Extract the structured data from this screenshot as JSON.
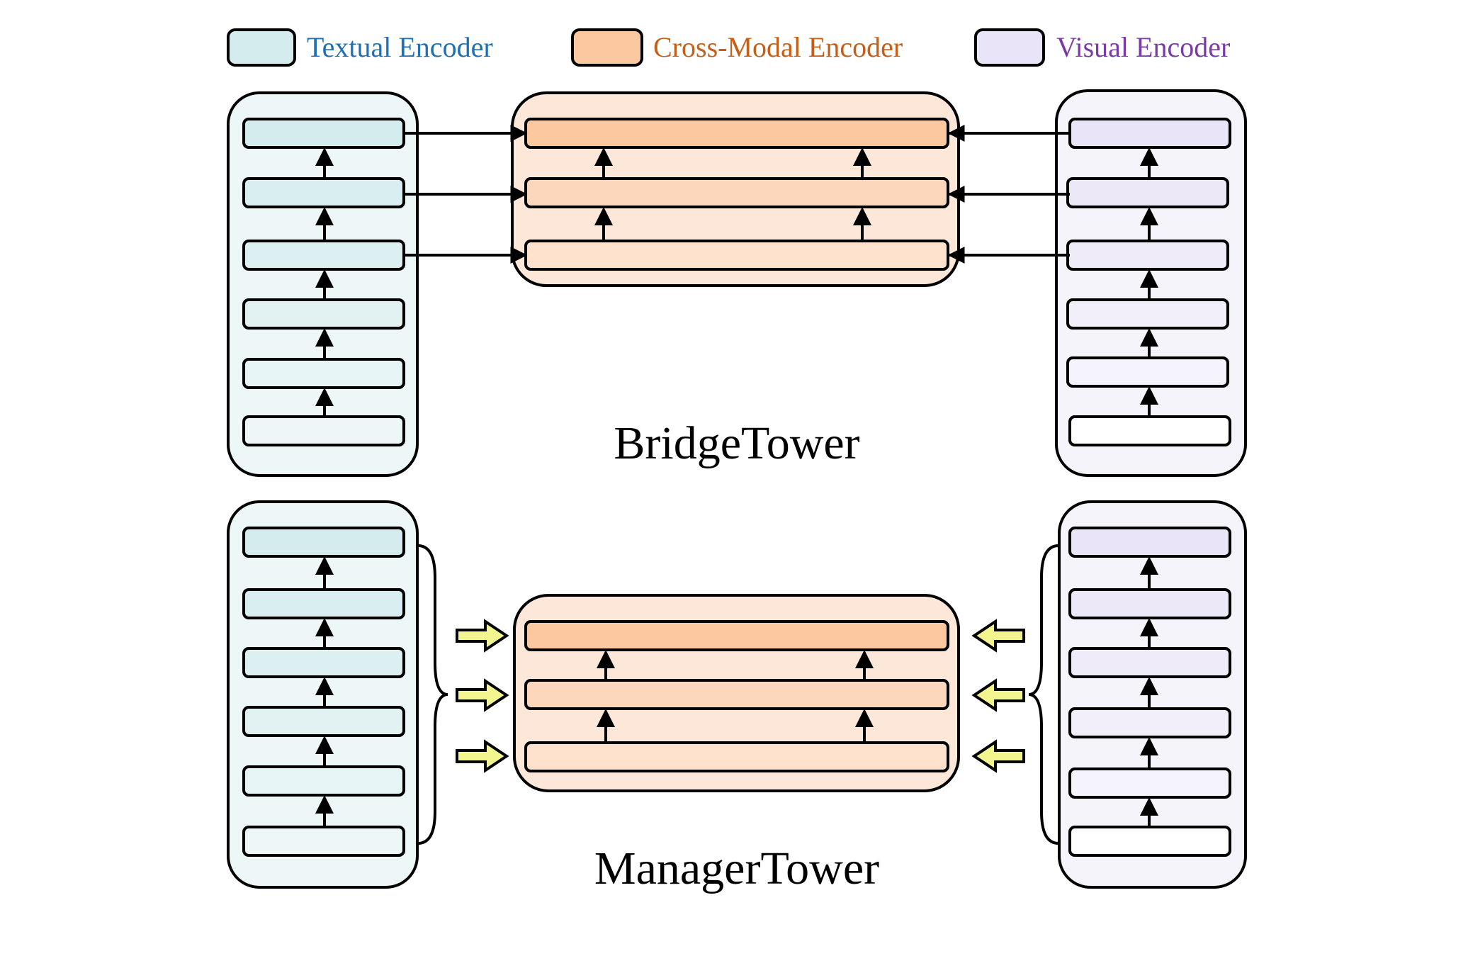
{
  "legend": {
    "textual": {
      "label": "Textual Encoder",
      "text_color": "#1f6fb4",
      "fill": "#d5ecee"
    },
    "cross": {
      "label": "Cross-Modal Encoder",
      "text_color": "#c55f17",
      "fill": "#fcc8a0"
    },
    "visual": {
      "label": "Visual Encoder",
      "text_color": "#7a3aa8",
      "fill": "#e9e4f7"
    }
  },
  "bridgetower": {
    "caption": "BridgeTower"
  },
  "managertower": {
    "caption": "ManagerTower"
  },
  "colors": {
    "stroke": "#000000",
    "textual_container": "#eef7f8",
    "textual_layers": [
      "#d5ecee",
      "#d8eef0",
      "#ddf0f1",
      "#e2f2f3",
      "#e7f4f5",
      "#eef7f8"
    ],
    "cross_container": "#fde7d8",
    "cross_layers": [
      "#fcc8a0",
      "#fcd7bb",
      "#fde1cd"
    ],
    "visual_container": "#f6f4fb",
    "visual_layers": [
      "#e9e4f7",
      "#ece8f8",
      "#efebf9",
      "#f2effa",
      "#f5f3fb",
      "#ffffff"
    ],
    "manager_arrow": "#f3f58f"
  }
}
